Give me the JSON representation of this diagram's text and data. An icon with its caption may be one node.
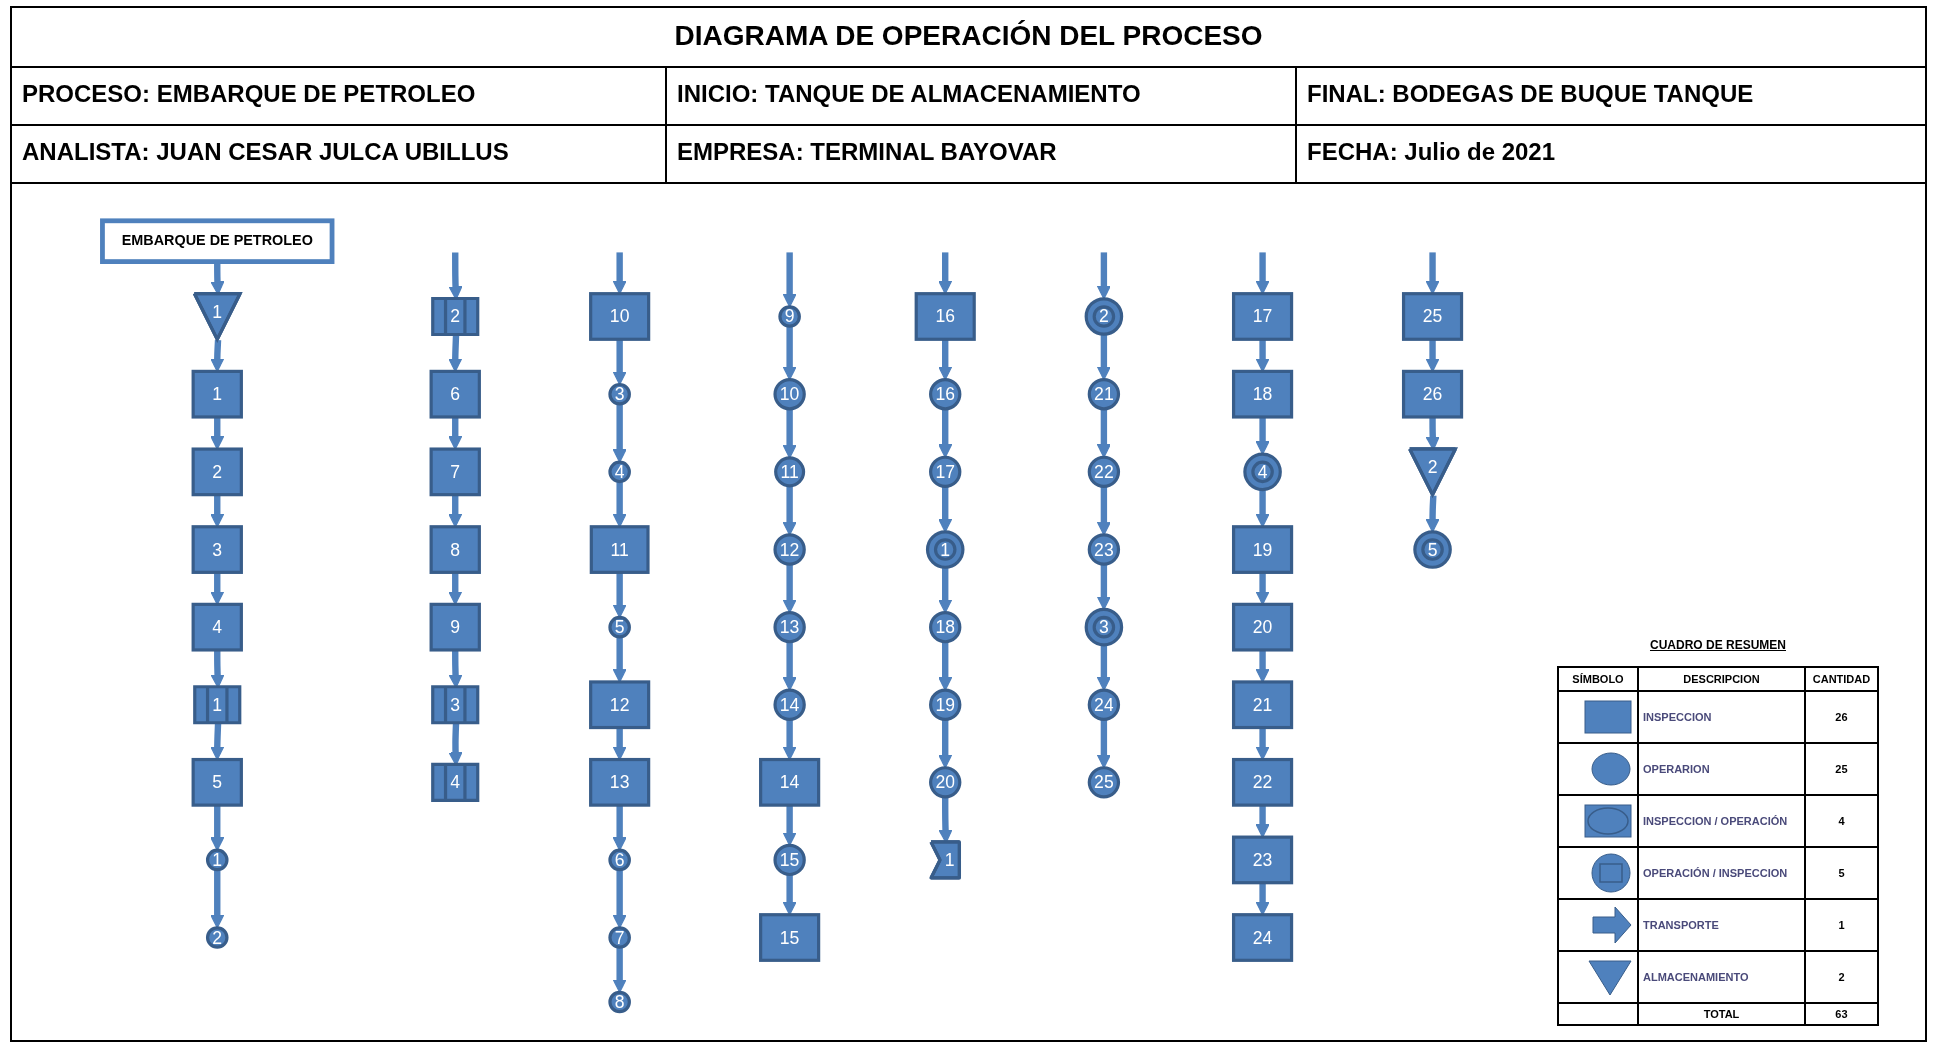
{
  "diagram": {
    "title": "DIAGRAMA DE OPERACIÓN DEL PROCESO",
    "nodes": [
      {
        "text": [
          "EMBARQUE DE PETROLEO"
        ]
      },
      {
        "text": [
          "1"
        ]
      },
      {
        "text": [
          "1"
        ]
      },
      {
        "text": [
          "2"
        ]
      },
      {
        "text": [
          "3"
        ]
      },
      {
        "text": [
          "4"
        ]
      },
      {
        "text": [
          "1"
        ]
      },
      {
        "text": [
          "5"
        ]
      },
      {
        "text": [
          "1"
        ]
      },
      {
        "text": [
          "2"
        ]
      },
      {
        "text": [
          "2"
        ]
      },
      {
        "text": [
          "6"
        ]
      },
      {
        "text": [
          "7"
        ]
      },
      {
        "text": [
          "8"
        ]
      },
      {
        "text": [
          "9"
        ]
      },
      {
        "text": [
          "3"
        ]
      },
      {
        "text": [
          "4"
        ]
      },
      {
        "text": [
          "10"
        ]
      },
      {
        "text": [
          "3"
        ]
      },
      {
        "text": [
          "4"
        ]
      },
      {
        "text": [
          "11"
        ]
      },
      {
        "text": [
          "5"
        ]
      },
      {
        "text": [
          "12"
        ]
      },
      {
        "text": [
          "13"
        ]
      },
      {
        "text": [
          "6"
        ]
      },
      {
        "text": [
          "7"
        ]
      },
      {
        "text": [
          "8"
        ]
      },
      {
        "text": [
          "9"
        ]
      },
      {
        "text": [
          "10"
        ]
      },
      {
        "text": [
          "11"
        ]
      },
      {
        "text": [
          "12"
        ]
      },
      {
        "text": [
          "13"
        ]
      },
      {
        "text": [
          "14"
        ]
      },
      {
        "text": [
          "14"
        ]
      },
      {
        "text": [
          "15"
        ]
      },
      {
        "text": [
          "15"
        ]
      },
      {
        "text": [
          "16"
        ]
      },
      {
        "text": [
          "16"
        ]
      },
      {
        "text": [
          "17"
        ]
      },
      {
        "text": [
          "1"
        ]
      },
      {
        "text": [
          "18"
        ]
      },
      {
        "text": [
          "19"
        ]
      },
      {
        "text": [
          "20"
        ]
      },
      {
        "text": [
          "1"
        ]
      },
      {
        "text": [
          "2"
        ]
      },
      {
        "text": [
          "21"
        ]
      },
      {
        "text": [
          "22"
        ]
      },
      {
        "text": [
          "23"
        ]
      },
      {
        "text": [
          "3"
        ]
      },
      {
        "text": [
          "24"
        ]
      },
      {
        "text": [
          "25"
        ]
      },
      {
        "text": [
          "17"
        ]
      },
      {
        "text": [
          "18"
        ]
      },
      {
        "text": [
          "4"
        ]
      },
      {
        "text": [
          "19"
        ]
      },
      {
        "text": [
          "20"
        ]
      },
      {
        "text": [
          "21"
        ]
      },
      {
        "text": [
          "22"
        ]
      },
      {
        "text": [
          "23"
        ]
      },
      {
        "text": [
          "24"
        ]
      },
      {
        "text": [
          "25"
        ]
      },
      {
        "text": [
          "26"
        ]
      },
      {
        "text": [
          "2"
        ]
      },
      {
        "text": [
          "5"
        ]
      }
    ],
    "edges": [
      {
        "from": 0,
        "to": 1,
        "arrow": "to"
      },
      {
        "from": 1,
        "to": 2,
        "arrow": "to"
      },
      {
        "from": 2,
        "to": 3,
        "arrow": "to"
      },
      {
        "from": 3,
        "to": 4,
        "arrow": "to"
      },
      {
        "from": 4,
        "to": 5,
        "arrow": "to"
      },
      {
        "from": 5,
        "to": 6,
        "arrow": "to"
      },
      {
        "from": 6,
        "to": 7,
        "arrow": "to"
      },
      {
        "from": 7,
        "to": 8,
        "arrow": "to"
      },
      {
        "from": 8,
        "to": 9,
        "arrow": "to"
      },
      {
        "from": null,
        "to": 10,
        "arrow": "to"
      },
      {
        "from": 10,
        "to": 11,
        "arrow": "to"
      },
      {
        "from": 11,
        "to": 12,
        "arrow": "to"
      },
      {
        "from": 12,
        "to": 13,
        "arrow": "to"
      },
      {
        "from": 13,
        "to": 14,
        "arrow": "to"
      },
      {
        "from": 14,
        "to": 15,
        "arrow": "to"
      },
      {
        "from": 15,
        "to": 16,
        "arrow": "to"
      },
      {
        "from": null,
        "to": 17,
        "arrow": "to"
      },
      {
        "from": 17,
        "to": 18,
        "arrow": "to"
      },
      {
        "from": 18,
        "to": 19,
        "arrow": "to"
      },
      {
        "from": 19,
        "to": 20,
        "arrow": "to"
      },
      {
        "from": 20,
        "to": 21,
        "arrow": "to"
      },
      {
        "from": 21,
        "to": 22,
        "arrow": "to"
      },
      {
        "from": 22,
        "to": 23,
        "arrow": "to"
      },
      {
        "from": 23,
        "to": 24,
        "arrow": "to"
      },
      {
        "from": 24,
        "to": 25,
        "arrow": "to"
      },
      {
        "from": 25,
        "to": 26,
        "arrow": "to"
      },
      {
        "from": null,
        "to": 27,
        "arrow": "to"
      },
      {
        "from": 27,
        "to": 28,
        "arrow": "to"
      },
      {
        "from": 28,
        "to": 29,
        "arrow": "to"
      },
      {
        "from": 29,
        "to": 30,
        "arrow": "to"
      },
      {
        "from": 30,
        "to": 31,
        "arrow": "to"
      },
      {
        "from": 31,
        "to": 32,
        "arrow": "to"
      },
      {
        "from": 32,
        "to": 33,
        "arrow": "to"
      },
      {
        "from": 33,
        "to": 34,
        "arrow": "to"
      },
      {
        "from": 34,
        "to": 35,
        "arrow": "to"
      },
      {
        "from": null,
        "to": 36,
        "arrow": "to"
      },
      {
        "from": 36,
        "to": 37,
        "arrow": "to"
      },
      {
        "from": 37,
        "to": 38,
        "arrow": "to"
      },
      {
        "from": 38,
        "to": 39,
        "arrow": "to"
      },
      {
        "from": 39,
        "to": 40,
        "arrow": "to"
      },
      {
        "from": 40,
        "to": 41,
        "arrow": "to"
      },
      {
        "from": 41,
        "to": 42,
        "arrow": "to"
      },
      {
        "from": 42,
        "to": 43,
        "arrow": "to"
      },
      {
        "from": null,
        "to": 44,
        "arrow": "to"
      },
      {
        "from": 44,
        "to": 45,
        "arrow": "to"
      },
      {
        "from": 45,
        "to": 46,
        "arrow": "to"
      },
      {
        "from": 46,
        "to": 47,
        "arrow": "to"
      },
      {
        "from": 47,
        "to": 48,
        "arrow": "to"
      },
      {
        "from": 48,
        "to": 49,
        "arrow": "to"
      },
      {
        "from": 49,
        "to": 50,
        "arrow": "to"
      },
      {
        "from": null,
        "to": 51,
        "arrow": "to"
      },
      {
        "from": 51,
        "to": 52,
        "arrow": "to"
      },
      {
        "from": 52,
        "to": 53,
        "arrow": "to"
      },
      {
        "from": 53,
        "to": 54,
        "arrow": "to"
      },
      {
        "from": 54,
        "to": 55,
        "arrow": "to"
      },
      {
        "from": 55,
        "to": 56,
        "arrow": "to"
      },
      {
        "from": 56,
        "to": 57,
        "arrow": "to"
      },
      {
        "from": 57,
        "to": 58,
        "arrow": "to"
      },
      {
        "from": 58,
        "to": 59,
        "arrow": "to"
      },
      {
        "from": null,
        "to": 60,
        "arrow": "to"
      },
      {
        "from": 60,
        "to": 61,
        "arrow": "to"
      },
      {
        "from": 61,
        "to": 62,
        "arrow": "to"
      },
      {
        "from": 62,
        "to": 63,
        "arrow": "to"
      }
    ],
    "labels": [
      "PROCESO: EMBARQUE DE PETROLEO",
      "INICIO: TANQUE DE ALMACENAMIENTO",
      "FINAL: BODEGAS DE BUQUE TANQUE",
      "ANALISTA: JUAN CESAR JULCA UBILLUS",
      "EMPRESA: TERMINAL BAYOVAR",
      "FECHA: Julio de 2021",
      "CUADRO DE RESUMEN",
      "SÍMBOLO",
      "DESCRIPCION",
      "CANTIDAD",
      "INSPECCION",
      "26",
      "OPERARION",
      "25",
      "INSPECCION / OPERACIÓN",
      "4",
      "OPERACIÓN / INSPECCION",
      "5",
      "TRANSPORTE",
      "1",
      "ALMACENAMIENTO",
      "2",
      "TOTAL",
      "63"
    ]
  }
}
